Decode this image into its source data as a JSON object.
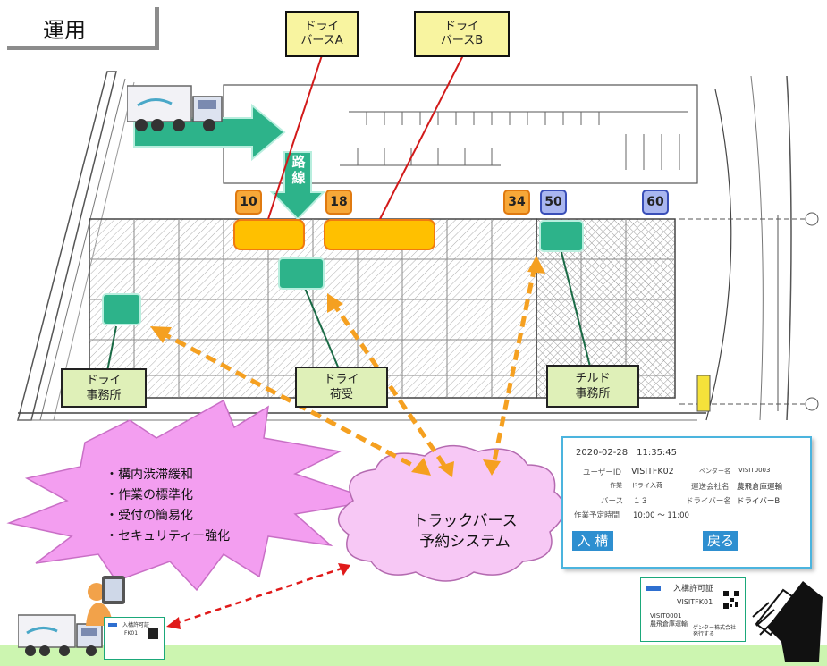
{
  "title": "運用",
  "labels": {
    "dry_berth_a": "ドライ\nバースA",
    "dry_berth_b": "ドライ\nバースB",
    "route": "路\n線",
    "dry_office": [
      "ドライ",
      "事務所"
    ],
    "dry_receiving": [
      "ドライ",
      "荷受"
    ],
    "chilled_office": [
      "チルド",
      "事務所"
    ]
  },
  "berth_numbers": [
    "10",
    "18",
    "34",
    "50",
    "60"
  ],
  "benefits": [
    "・構内渋滞緩和",
    "・作業の標準化",
    "・受付の簡易化",
    "・セキュリティー強化"
  ],
  "system_name": [
    "トラックバース",
    "予約システム"
  ],
  "panel": {
    "datetime": "2020-02-28　11:35:45",
    "user_id_label": "ユーザーID",
    "user_id": "VISITFK02",
    "vendor_label": "ベンダー名",
    "vendor": "VISIT0003",
    "work_label": "作業",
    "work": "ドライ入荷",
    "carrier_label": "運送会社名",
    "carrier": "農飛倉庫運輸",
    "berth_label": "バース",
    "berth": "１３",
    "driver_label": "ドライバー名",
    "driver": "ドライバーB",
    "time_label": "作業予定時間",
    "time": "10:00 ～ 11:00",
    "enter_button": "入 構",
    "back_button": "戻る"
  },
  "permit_large": {
    "title": "入構許可証",
    "id": "VISITFK01",
    "line1": "VISIT0001",
    "line2": "農飛倉庫運輸",
    "footer": "ゲンター株式会社\n発行する"
  },
  "permit_small": {
    "title": "入構許可証",
    "id": "FK01"
  },
  "colors": {
    "berth_orange": "#ffc000",
    "berth_blue": "#a9b6f0",
    "green_box": "#2db38a",
    "arrow_orange": "#f5a020",
    "burst_pink": "#f39ef0",
    "cloud_pink": "#f7c8f5",
    "panel_border": "#4bb4de"
  }
}
